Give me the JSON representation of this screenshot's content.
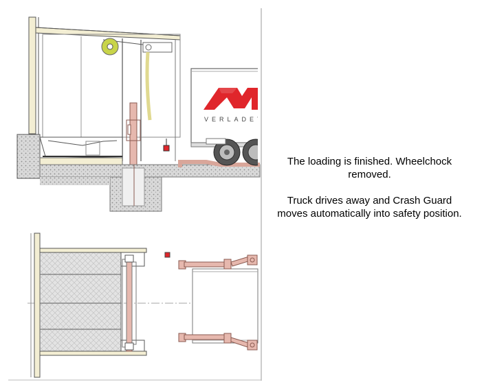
{
  "caption": {
    "paragraph_1": "The loading is finished. Wheelchock removed.",
    "paragraph_2": "Truck drives away and Crash Guard moves automatically into safety position."
  },
  "drawing": {
    "trailer_text": "VERLADET",
    "colors": {
      "line": "#444444",
      "frame": "#777777",
      "guard_pink": "#d9a69a",
      "guard_stroke": "#8a5a50",
      "logo_red": "#e0262b",
      "pulley_green": "#c8d44a",
      "concrete": "#d4d4d4",
      "cover_yellow": "#f3eed3"
    }
  }
}
